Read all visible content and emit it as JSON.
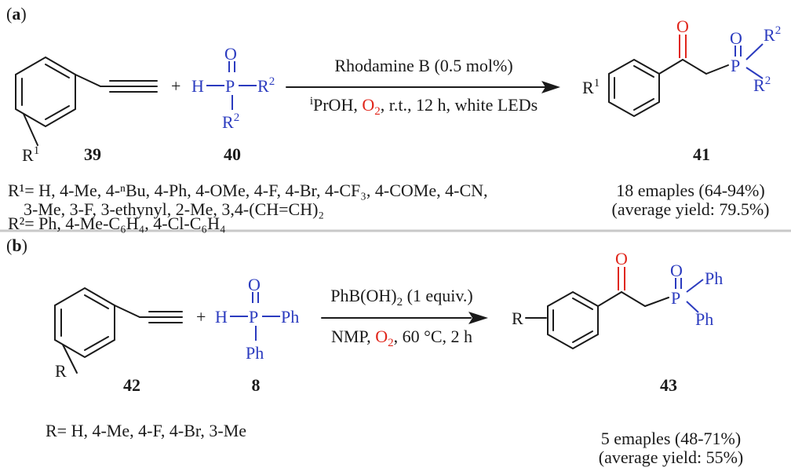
{
  "panel_a": {
    "label": "(a)",
    "compound_alkyne": "39",
    "compound_phosphine": "40",
    "compound_product": "41",
    "r1_label": "R",
    "r1_sup": "1",
    "r2_label": "R",
    "r2_sup": "2",
    "h_label": "H",
    "p_label": "P",
    "o_label": "O",
    "plus": "+",
    "reagent": "Rhodamine B (0.5 mol%)",
    "conditions_prefix_sup": "i",
    "conditions_part1": "PrOH, ",
    "conditions_o": "O",
    "conditions_o_sub": "2",
    "conditions_part2": ", r.t., 12 h, white LEDs",
    "r1_scope_line1": "R¹= H, 4-Me, 4-ⁿBu, 4-Ph, 4-OMe, 4-F, 4-Br, 4-CF₃, 4-COMe, 4-CN,",
    "r1_scope_line2": "3-Me, 3-F, 3-ethynyl, 2-Me, 3,4-(CH=CH)₂",
    "r2_scope": "R²= Ph, 4-Me-C₆H₄, 4-Cl-C₆H₄",
    "examples": "18 emaples (64-94%)",
    "average": "(average yield: 79.5%)"
  },
  "panel_b": {
    "label": "(b)",
    "compound_alkyne": "42",
    "compound_phosphine": "8",
    "compound_product": "43",
    "r_label": "R",
    "h_label": "H",
    "p_label": "P",
    "o_label": "O",
    "ph_label": "Ph",
    "plus": "+",
    "reagent_pre": "PhB(OH)",
    "reagent_sub": "2",
    "reagent_post": " (1 equiv.)",
    "conditions_part1": "NMP, ",
    "conditions_o": "O",
    "conditions_o_sub": "2",
    "conditions_part2": ", 60 °C, 2 h",
    "r_scope": "R= H, 4-Me, 4-F, 4-Br, 3-Me",
    "examples": "5 emaples (48-71%)",
    "average": "(average yield: 55%)"
  },
  "colors": {
    "phosphorus": "#2b3bbf",
    "oxygen": "#e0261b",
    "divider": "#c8c8c8"
  }
}
